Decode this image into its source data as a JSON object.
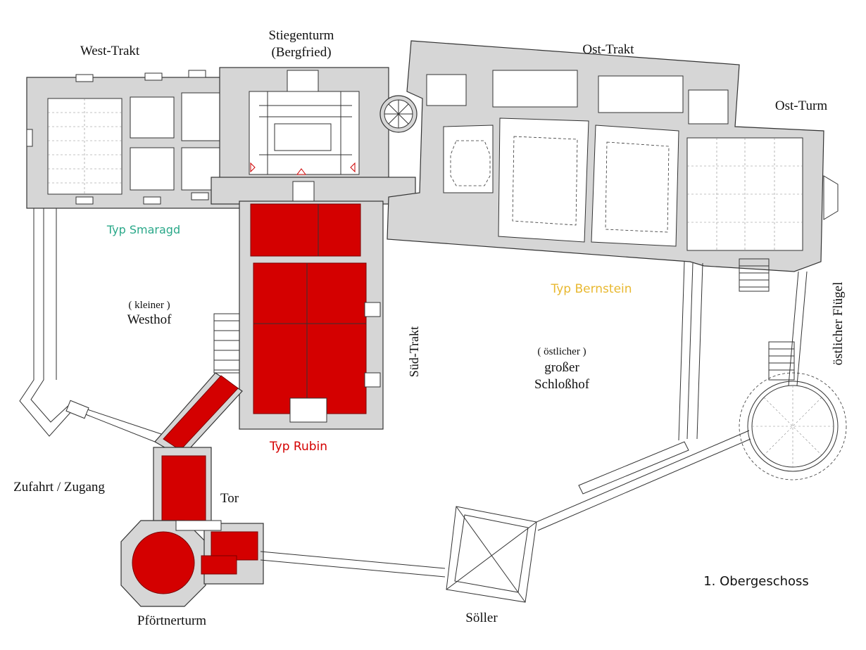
{
  "labels": {
    "west_trakt": "West-Trakt",
    "stiegenturm": "Stiegenturm",
    "bergfried": "(Bergfried)",
    "ost_trakt": "Ost-Trakt",
    "ost_turm": "Ost-Turm",
    "typ_smaragd": "Typ Smaragd",
    "typ_bernstein": "Typ Bernstein",
    "typ_rubin": "Typ Rubin",
    "kleiner": "( kleiner )",
    "westhof": "Westhof",
    "sued_trakt": "Süd-Trakt",
    "oestlicher": "( östlicher )",
    "grosser": "großer",
    "schlosshof": "Schloßhof",
    "oestlicher_fluegel": "östlicher Flügel",
    "zufahrt": "Zufahrt / Zugang",
    "tor": "Tor",
    "pfoertnerturm": "Pförtnerturm",
    "soeller": "Söller",
    "obergeschoss": "1. Obergeschoss"
  },
  "colors": {
    "smaragd": "#2aa889",
    "bernstein": "#e8b830",
    "rubin": "#d40000"
  }
}
